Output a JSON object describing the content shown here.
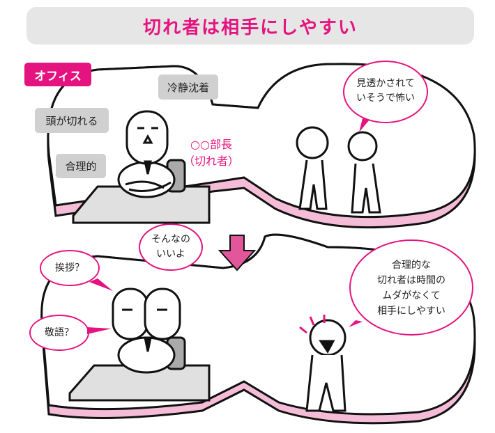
{
  "title": "切れ者は相手にしやすい",
  "office_tag": "オフィス",
  "top_panel": {
    "labels": [
      "冷静沈着",
      "頭が切れる",
      "合理的"
    ],
    "boss_label": [
      "○○部長",
      "（切れ者）"
    ],
    "subordinate_bubble": [
      "見透かされて",
      "いそうで怖い"
    ]
  },
  "bottom_panel": {
    "boss_bubble": [
      "そんなの",
      "いいよ"
    ],
    "questions": [
      "挨拶？",
      "敬語？"
    ],
    "subordinate_bubble": [
      "合理的な",
      "切れ者は時間の",
      "ムダがなくて",
      "相手にしやすい"
    ]
  },
  "colors": {
    "accent": "#e4137f",
    "panel_shadow": "#f4bcd6",
    "label_gray": "#d0d0d0"
  }
}
